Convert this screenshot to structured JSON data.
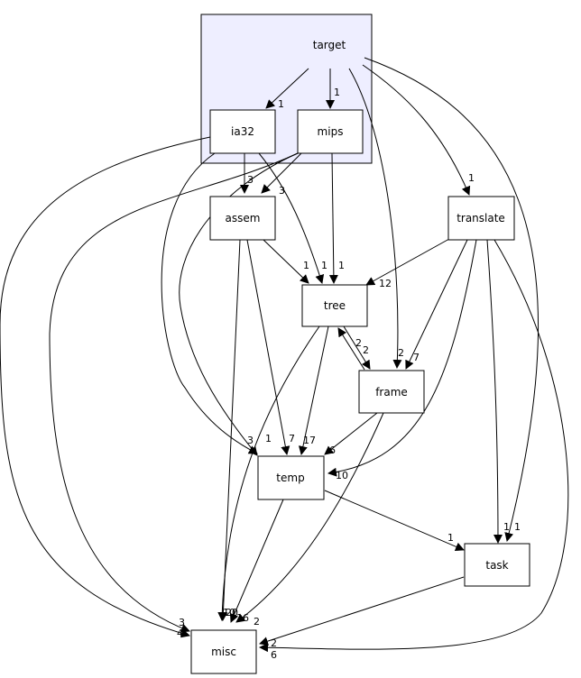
{
  "cluster": {
    "label": "target",
    "fill": "#eeeeff"
  },
  "nodes": {
    "ia32": "ia32",
    "mips": "mips",
    "assem": "assem",
    "translate": "translate",
    "tree": "tree",
    "frame": "frame",
    "temp": "temp",
    "task": "task",
    "misc": "misc"
  },
  "edges": [
    {
      "from": "target",
      "to": "ia32",
      "label": "1"
    },
    {
      "from": "target",
      "to": "mips",
      "label": "1"
    },
    {
      "from": "target",
      "to": "translate",
      "label": "1"
    },
    {
      "from": "target",
      "to": "frame",
      "label": "2"
    },
    {
      "from": "target",
      "to": "task",
      "label": "1"
    },
    {
      "from": "ia32",
      "to": "assem",
      "label": "3"
    },
    {
      "from": "ia32",
      "to": "tree",
      "label": "1"
    },
    {
      "from": "ia32",
      "to": "temp",
      "label": "3"
    },
    {
      "from": "ia32",
      "to": "misc",
      "label": "4"
    },
    {
      "from": "mips",
      "to": "assem",
      "label": "3"
    },
    {
      "from": "mips",
      "to": "tree",
      "label": "1"
    },
    {
      "from": "mips",
      "to": "temp",
      "label": "1"
    },
    {
      "from": "mips",
      "to": "misc",
      "label": "3"
    },
    {
      "from": "assem",
      "to": "tree",
      "label": "1"
    },
    {
      "from": "assem",
      "to": "temp",
      "label": "7"
    },
    {
      "from": "assem",
      "to": "misc",
      "label": "20"
    },
    {
      "from": "translate",
      "to": "tree",
      "label": "12"
    },
    {
      "from": "translate",
      "to": "frame",
      "label": "7"
    },
    {
      "from": "translate",
      "to": "temp",
      "label": "10"
    },
    {
      "from": "translate",
      "to": "task",
      "label": "1"
    },
    {
      "from": "translate",
      "to": "misc",
      "label": "6"
    },
    {
      "from": "tree",
      "to": "frame",
      "label": "2"
    },
    {
      "from": "frame",
      "to": "tree",
      "label": "2"
    },
    {
      "from": "tree",
      "to": "temp",
      "label": "17"
    },
    {
      "from": "tree",
      "to": "misc",
      "label": "10"
    },
    {
      "from": "frame",
      "to": "temp",
      "label": "6"
    },
    {
      "from": "frame",
      "to": "misc",
      "label": "2"
    },
    {
      "from": "temp",
      "to": "task",
      "label": "1"
    },
    {
      "from": "temp",
      "to": "misc",
      "label": "16"
    },
    {
      "from": "task",
      "to": "misc",
      "label": "2"
    }
  ]
}
